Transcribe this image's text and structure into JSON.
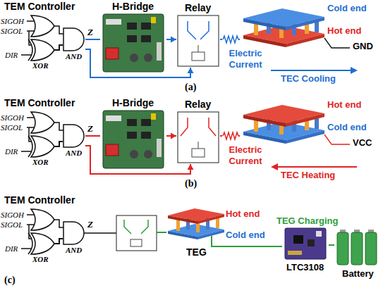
{
  "diagram": {
    "nodes": [
      {
        "text": [
          "XOR"
        ]
      },
      {
        "text": [
          "AND"
        ]
      },
      {
        "text": [
          "H-Bridge"
        ]
      },
      {
        "text": [
          "Relay"
        ]
      },
      {
        "text": [
          "Cold end",
          "Hot end"
        ]
      },
      {
        "text": [
          "XOR"
        ]
      },
      {
        "text": [
          "AND"
        ]
      },
      {
        "text": [
          "H-Bridge"
        ]
      },
      {
        "text": [
          "Relay"
        ]
      },
      {
        "text": [
          "Hot end",
          "Cold end"
        ]
      },
      {
        "text": [
          "XOR"
        ]
      },
      {
        "text": [
          "AND"
        ]
      },
      {
        "text": [
          "Hot end",
          "Cold end",
          "TEG"
        ]
      },
      {
        "text": [
          "LTC3108"
        ]
      },
      {
        "text": [
          "Battery"
        ]
      }
    ],
    "edges": [
      {
        "from": 0,
        "to": 1,
        "arrow": "none"
      },
      {
        "from": 1,
        "to": 2,
        "arrow": "none"
      },
      {
        "from": 2,
        "to": 3,
        "arrow": "to"
      },
      {
        "from": 1,
        "to": 3,
        "arrow": "to"
      },
      {
        "from": 3,
        "to": 4,
        "arrow": "none"
      },
      {
        "from": 5,
        "to": 6,
        "arrow": "none"
      },
      {
        "from": 6,
        "to": 7,
        "arrow": "none"
      },
      {
        "from": 7,
        "to": 8,
        "arrow": "to"
      },
      {
        "from": 6,
        "to": 8,
        "arrow": "to"
      },
      {
        "from": 8,
        "to": 9,
        "arrow": "none"
      },
      {
        "from": 10,
        "to": 11,
        "arrow": "none"
      },
      {
        "from": 12,
        "to": 13,
        "arrow": "none"
      },
      {
        "from": 13,
        "to": 14,
        "arrow": "none"
      }
    ],
    "labels": [
      "TEM Controller",
      "SIGOH",
      "SIGOL",
      "DIR",
      "Z",
      "Electric Current",
      "GND",
      "TEC Cooling",
      "(a)",
      "TEM Controller",
      "SIGOH",
      "SIGOL",
      "DIR",
      "Z",
      "Electric Current",
      "VCC",
      "TEC Heating",
      "(b)",
      "TEM Controller",
      "SIGOH",
      "SIGOL",
      "DIR",
      "Z",
      "TEG Charging",
      "(c)"
    ]
  }
}
